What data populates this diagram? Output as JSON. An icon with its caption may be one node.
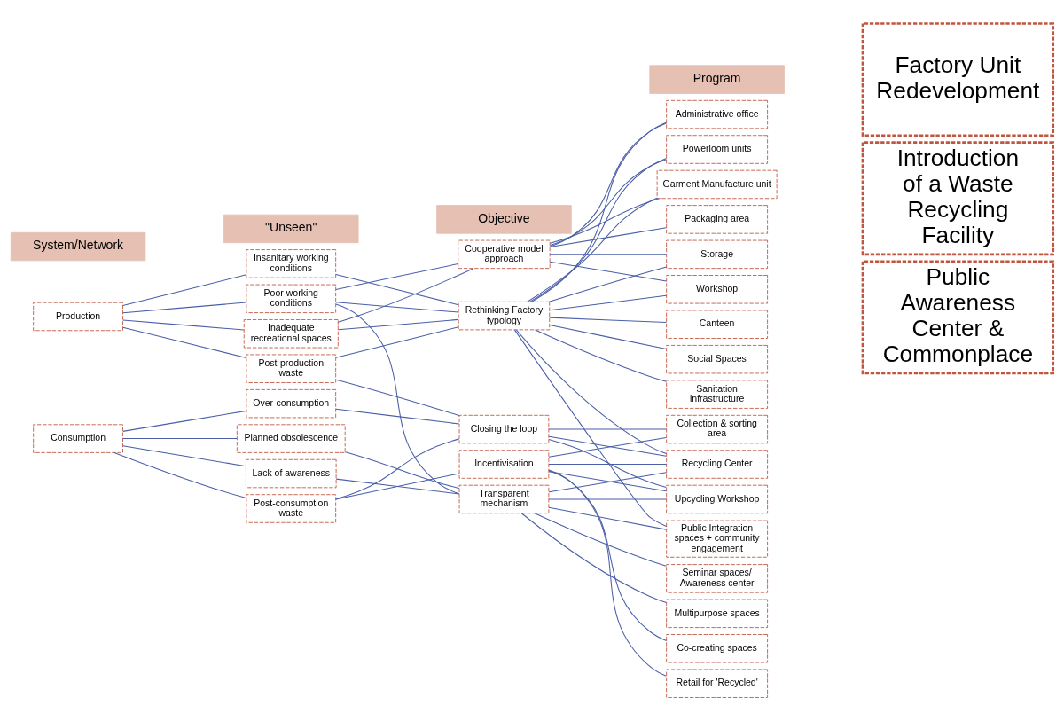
{
  "diagram": {
    "nodes": [
      {
        "text": [
          "System/Network"
        ]
      },
      {
        "text": [
          "\"Unseen\""
        ]
      },
      {
        "text": [
          "Objective"
        ]
      },
      {
        "text": [
          "Program"
        ]
      },
      {
        "text": [
          "Production"
        ]
      },
      {
        "text": [
          "Consumption"
        ]
      },
      {
        "text": [
          "Insanitary working conditions"
        ]
      },
      {
        "text": [
          "Poor working conditions"
        ]
      },
      {
        "text": [
          "Inadequate recreational spaces"
        ]
      },
      {
        "text": [
          "Post-production waste"
        ]
      },
      {
        "text": [
          "Over-consumption"
        ]
      },
      {
        "text": [
          "Planned obsolescence"
        ]
      },
      {
        "text": [
          "Lack of awareness"
        ]
      },
      {
        "text": [
          "Post-consumption waste"
        ]
      },
      {
        "text": [
          "Cooperative model approach"
        ]
      },
      {
        "text": [
          "Rethinking Factory typology"
        ]
      },
      {
        "text": [
          "Closing the loop"
        ]
      },
      {
        "text": [
          "Incentivisation"
        ]
      },
      {
        "text": [
          "Transparent mechanism"
        ]
      },
      {
        "text": [
          "Administrative office"
        ]
      },
      {
        "text": [
          "Powerloom units"
        ]
      },
      {
        "text": [
          "Garment Manufacture unit"
        ]
      },
      {
        "text": [
          "Packaging area"
        ]
      },
      {
        "text": [
          "Storage"
        ]
      },
      {
        "text": [
          "Workshop"
        ]
      },
      {
        "text": [
          "Canteen"
        ]
      },
      {
        "text": [
          "Social Spaces"
        ]
      },
      {
        "text": [
          "Sanitation infrastructure"
        ]
      },
      {
        "text": [
          "Collection & sorting area"
        ]
      },
      {
        "text": [
          "Recycling Center"
        ]
      },
      {
        "text": [
          "Upcycling Workshop"
        ]
      },
      {
        "text": [
          "Public Integration spaces + community engagement"
        ]
      },
      {
        "text": [
          "Seminar spaces/ Awareness center"
        ]
      },
      {
        "text": [
          "Multipurpose spaces"
        ]
      },
      {
        "text": [
          "Co-creating spaces"
        ]
      },
      {
        "text": [
          "Retail for 'Recycled'"
        ]
      },
      {
        "text": [
          "Factory Unit Redevelopment"
        ]
      },
      {
        "text": [
          "Introduction of a Waste Recycling Facility"
        ]
      },
      {
        "text": [
          "Public Awareness Center & Commonplace"
        ]
      }
    ],
    "edges": [
      {
        "from": 4,
        "to": 6,
        "arrow": "none"
      },
      {
        "from": 4,
        "to": 7,
        "arrow": "none"
      },
      {
        "from": 4,
        "to": 8,
        "arrow": "none"
      },
      {
        "from": 4,
        "to": 9,
        "arrow": "none"
      },
      {
        "from": 5,
        "to": 10,
        "arrow": "none"
      },
      {
        "from": 5,
        "to": 11,
        "arrow": "none"
      },
      {
        "from": 5,
        "to": 12,
        "arrow": "none"
      },
      {
        "from": 5,
        "to": 13,
        "arrow": "none"
      },
      {
        "from": 6,
        "to": 15,
        "arrow": "none"
      },
      {
        "from": 7,
        "to": 14,
        "arrow": "none"
      },
      {
        "from": 7,
        "to": 15,
        "arrow": "none"
      },
      {
        "from": 7,
        "to": 18,
        "arrow": "none"
      },
      {
        "from": 8,
        "to": 14,
        "arrow": "none"
      },
      {
        "from": 8,
        "to": 15,
        "arrow": "none"
      },
      {
        "from": 9,
        "to": 15,
        "arrow": "none"
      },
      {
        "from": 9,
        "to": 16,
        "arrow": "none"
      },
      {
        "from": 10,
        "to": 16,
        "arrow": "none"
      },
      {
        "from": 11,
        "to": 18,
        "arrow": "none"
      },
      {
        "from": 12,
        "to": 18,
        "arrow": "none"
      },
      {
        "from": 13,
        "to": 16,
        "arrow": "none"
      },
      {
        "from": 13,
        "to": 17,
        "arrow": "none"
      },
      {
        "from": 14,
        "to": 19,
        "arrow": "none"
      },
      {
        "from": 14,
        "to": 20,
        "arrow": "none"
      },
      {
        "from": 14,
        "to": 21,
        "arrow": "none"
      },
      {
        "from": 14,
        "to": 22,
        "arrow": "none"
      },
      {
        "from": 14,
        "to": 23,
        "arrow": "none"
      },
      {
        "from": 14,
        "to": 24,
        "arrow": "none"
      },
      {
        "from": 15,
        "to": 19,
        "arrow": "none"
      },
      {
        "from": 15,
        "to": 20,
        "arrow": "none"
      },
      {
        "from": 15,
        "to": 21,
        "arrow": "none"
      },
      {
        "from": 15,
        "to": 23,
        "arrow": "none"
      },
      {
        "from": 15,
        "to": 24,
        "arrow": "none"
      },
      {
        "from": 15,
        "to": 25,
        "arrow": "none"
      },
      {
        "from": 15,
        "to": 26,
        "arrow": "none"
      },
      {
        "from": 15,
        "to": 27,
        "arrow": "none"
      },
      {
        "from": 15,
        "to": 29,
        "arrow": "none"
      },
      {
        "from": 15,
        "to": 31,
        "arrow": "none"
      },
      {
        "from": 16,
        "to": 28,
        "arrow": "none"
      },
      {
        "from": 16,
        "to": 29,
        "arrow": "none"
      },
      {
        "from": 16,
        "to": 30,
        "arrow": "none"
      },
      {
        "from": 17,
        "to": 28,
        "arrow": "none"
      },
      {
        "from": 17,
        "to": 29,
        "arrow": "none"
      },
      {
        "from": 17,
        "to": 30,
        "arrow": "none"
      },
      {
        "from": 17,
        "to": 34,
        "arrow": "none"
      },
      {
        "from": 17,
        "to": 35,
        "arrow": "none"
      },
      {
        "from": 18,
        "to": 29,
        "arrow": "none"
      },
      {
        "from": 18,
        "to": 30,
        "arrow": "none"
      },
      {
        "from": 18,
        "to": 31,
        "arrow": "none"
      },
      {
        "from": 18,
        "to": 32,
        "arrow": "none"
      },
      {
        "from": 18,
        "to": 33,
        "arrow": "none"
      }
    ]
  }
}
